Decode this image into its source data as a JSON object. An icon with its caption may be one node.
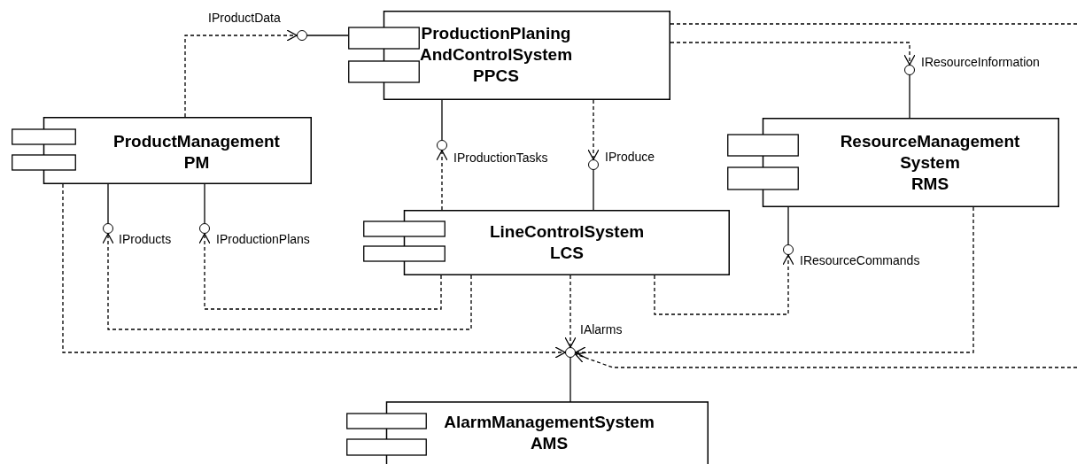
{
  "diagram": {
    "nodes": [
      {
        "text": [
          "ProductionPlaning AndControlSystem PPCS"
        ]
      },
      {
        "text": [
          "ProductManagement PM"
        ]
      },
      {
        "text": [
          "ResourceManagement System RMS"
        ]
      },
      {
        "text": [
          "LineControlSystem LCS"
        ]
      },
      {
        "text": [
          "AlarmManagementSystem AMS"
        ]
      },
      {
        "text": [],
        "shape": "circle",
        "beside": [
          "IProductData"
        ]
      },
      {
        "text": [],
        "shape": "circle",
        "beside": [
          "IResourceInformation"
        ]
      },
      {
        "text": [],
        "shape": "circle",
        "beside": [
          "IProductionTasks"
        ]
      },
      {
        "text": [],
        "shape": "circle",
        "beside": [
          "IProduce"
        ]
      },
      {
        "text": [],
        "shape": "circle",
        "beside": [
          "IProducts"
        ]
      },
      {
        "text": [],
        "shape": "circle",
        "beside": [
          "IProductionPlans"
        ]
      },
      {
        "text": [],
        "shape": "circle",
        "beside": [
          "IResourceCommands"
        ]
      },
      {
        "text": [],
        "shape": "circle",
        "beside": [
          "IAlarms"
        ]
      }
    ],
    "edges": [
      {
        "from": 0,
        "to": 5,
        "arrow": "none"
      },
      {
        "from": 1,
        "to": 5,
        "arrow": "to",
        "style": "dashed"
      },
      {
        "from": 2,
        "to": 6,
        "arrow": "none"
      },
      {
        "from": 0,
        "to": 6,
        "arrow": "to",
        "style": "dashed"
      },
      {
        "from": 0,
        "to": 7,
        "arrow": "none"
      },
      {
        "from": 3,
        "to": 7,
        "arrow": "to",
        "style": "dashed"
      },
      {
        "from": 3,
        "to": 8,
        "arrow": "none"
      },
      {
        "from": 0,
        "to": 8,
        "arrow": "to",
        "style": "dashed"
      },
      {
        "from": 1,
        "to": 9,
        "arrow": "none"
      },
      {
        "from": 3,
        "to": 9,
        "arrow": "to",
        "style": "dashed"
      },
      {
        "from": 1,
        "to": 10,
        "arrow": "none"
      },
      {
        "from": 3,
        "to": 10,
        "arrow": "to",
        "style": "dashed"
      },
      {
        "from": 2,
        "to": 11,
        "arrow": "none"
      },
      {
        "from": 3,
        "to": 11,
        "arrow": "to",
        "style": "dashed"
      },
      {
        "from": 4,
        "to": 12,
        "arrow": "none"
      },
      {
        "from": 3,
        "to": 12,
        "arrow": "to",
        "style": "dashed"
      },
      {
        "from": 1,
        "to": 12,
        "arrow": "to",
        "style": "dashed"
      },
      {
        "from": 2,
        "to": 12,
        "arrow": "to",
        "style": "dashed"
      },
      {
        "from": 0,
        "to": null,
        "arrow": "none",
        "style": "dashed"
      },
      {
        "from": null,
        "to": 12,
        "arrow": "to",
        "style": "dashed"
      }
    ]
  }
}
